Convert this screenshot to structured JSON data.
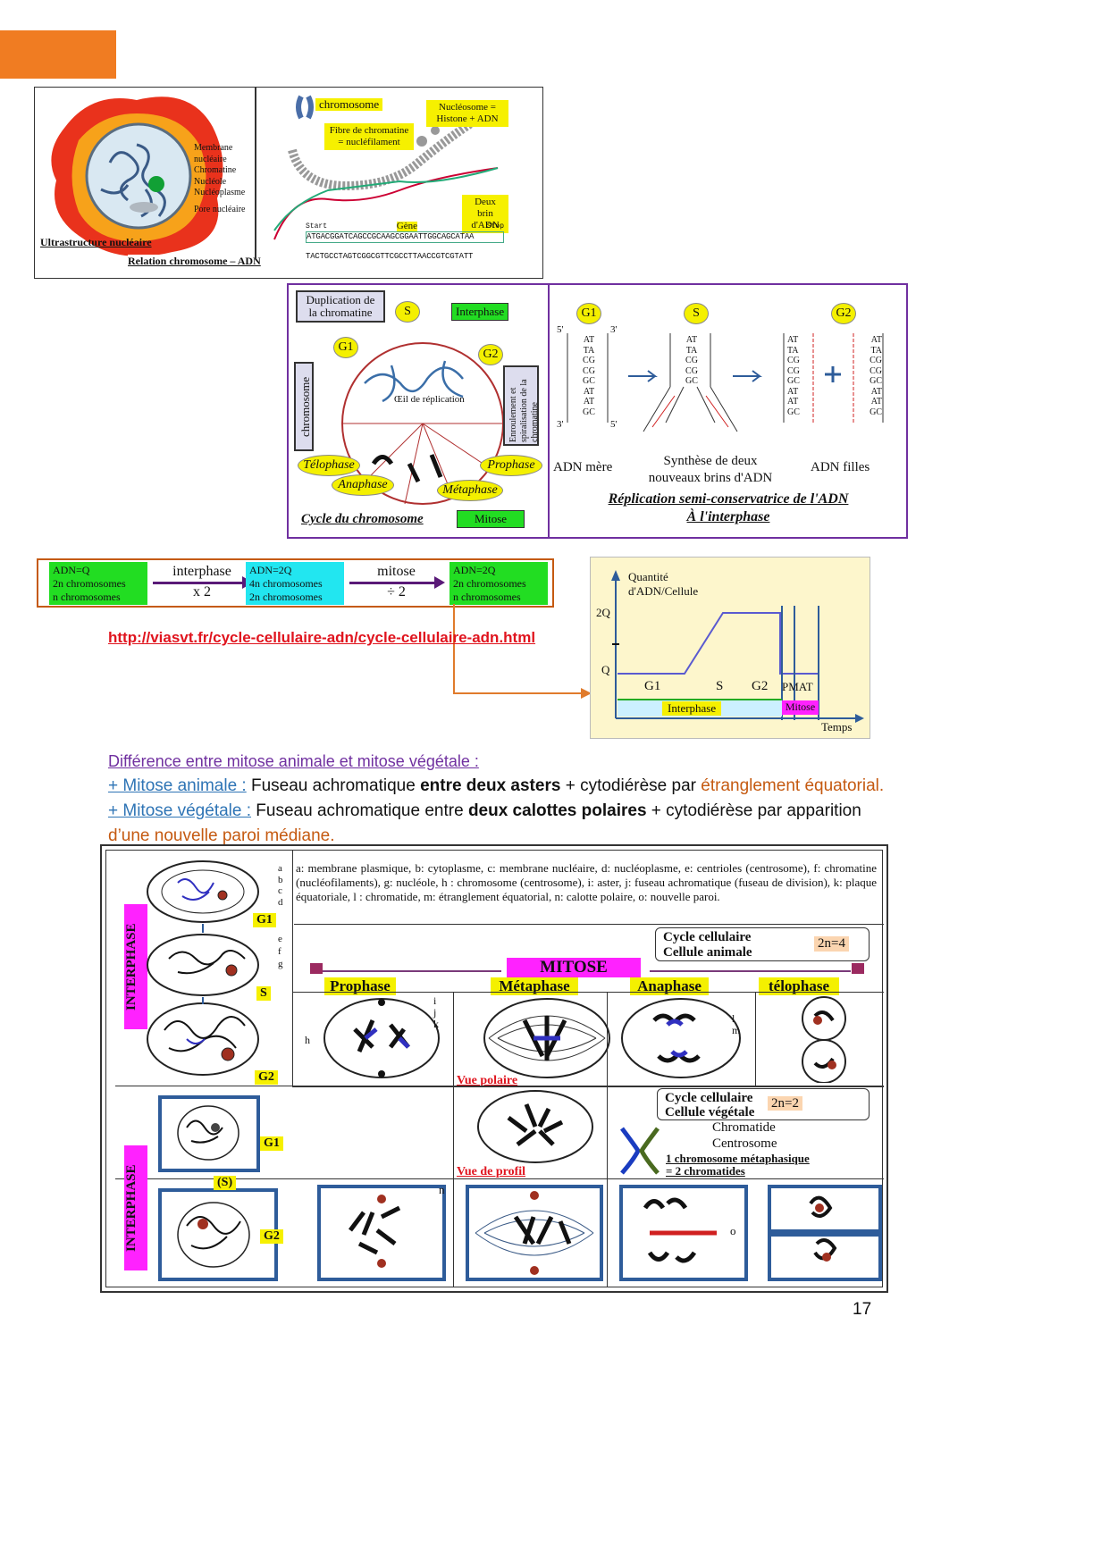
{
  "nucleus_panel": {
    "labels": [
      "Membrane nucléaire",
      "Chromatine",
      "Nucléole",
      "Nucléoplasme",
      "Pore nucléaire"
    ],
    "title": "Ultrastructure nucléaire"
  },
  "chromosome_panel": {
    "chromosome": "chromosome",
    "fibre": "Fibre de chromatine = nucléfilament",
    "nucleosome": "Nucléosome = Histone + ADN",
    "deux_brin": "Deux brin d'ADN",
    "gene": "Gène",
    "start": "Start",
    "stop": "Stop",
    "seq_top": "ATGACGGATCAGCCGCAAGCGGAATTGGCAGCATAA",
    "seq_bottom": "TACTGCCTAGTCGGCGTTCGCCTTAACCGTCGTATT",
    "title": "Relation chromosome – ADN"
  },
  "cycle_panel": {
    "duplication": "Duplication de la chromatine",
    "S": "S",
    "interphase": "Interphase",
    "G1": "G1",
    "G2": "G2",
    "chromosome": "chromosome",
    "enroulement": "Enroulement et spiralisation de la chromatine",
    "oeil": "Œil de réplication",
    "telophase": "Télophase",
    "anaphase": "Anaphase",
    "prophase": "Prophase",
    "metaphase": "Métaphase",
    "title": "Cycle du chromosome",
    "mitose": "Mitose"
  },
  "replication_panel": {
    "G1": "G1",
    "S": "S",
    "G2": "G2",
    "pairs": [
      "AT",
      "TA",
      "CG",
      "CG",
      "GC",
      "AT",
      "AT",
      "GC"
    ],
    "adn_mere": "ADN mère",
    "synthese": "Synthèse de deux nouveaux brins d'ADN",
    "adn_filles": "ADN filles",
    "title1": "Réplication semi-conservatrice de l'ADN",
    "title2": "À l'interphase",
    "p5": "5'",
    "p3": "3'"
  },
  "dna_flow": {
    "box1": [
      "ADN=Q",
      "2n chromosomes",
      "n chromosomes"
    ],
    "arrow1_top": "interphase",
    "arrow1_bottom": "x 2",
    "box2": [
      "ADN=2Q",
      "4n chromosomes",
      "2n chromosomes"
    ],
    "arrow2_top": "mitose",
    "arrow2_bottom": "÷ 2",
    "box3": [
      "ADN=2Q",
      "2n chromosomes",
      "n chromosomes"
    ]
  },
  "link": "http://viasvt.fr/cycle-cellulaire-adn/cycle-cellulaire-adn.html",
  "graph": {
    "ylabel1": "Quantité",
    "ylabel2": "d'ADN/Cellule",
    "y2Q": "2Q",
    "yQ": "Q",
    "phases": [
      "G1",
      "S",
      "G2",
      "PMAT"
    ],
    "interphase": "Interphase",
    "mitose": "Mitose",
    "xlabel": "Temps"
  },
  "text": {
    "heading": "Différence entre mitose animale et mitose végétale :",
    "animal_label": "+ Mitose animale :",
    "animal_1": " Fuseau achromatique ",
    "animal_bold": "entre deux asters",
    "animal_2": " + cytodiérèse par ",
    "animal_colored": "étranglement équatorial.",
    "veg_label": "+ Mitose végétale :",
    "veg_1": " Fuseau achromatique entre ",
    "veg_bold": "deux calottes polaires",
    "veg_2": " + cytodiérèse par apparition",
    "veg_colored": "d’une nouvelle paroi médiane."
  },
  "mitosis_figure": {
    "legend": "a: membrane plasmique, b: cytoplasme, c: membrane nucléaire, d: nucléoplasme, e: centrioles (centrosome), f: chromatine (nucléofilaments), g: nucléole, h : chromosome (centrosome), i: aster, j: fuseau achromatique (fuseau de division), k: plaque équatoriale, l : chromatide, m: étranglement équatorial, n: calotte polaire, o: nouvelle paroi.",
    "interphase": "INTERPHASE",
    "G1": "G1",
    "S": "S",
    "S_paren": "(S)",
    "G2": "G2",
    "letters_a_g": [
      "a",
      "b",
      "c",
      "d",
      "e",
      "f",
      "g"
    ],
    "cycle_animal_1": "Cycle cellulaire",
    "cycle_animal_2": "Cellule animale",
    "n_animal": "2n=4",
    "mitose": "MITOSE",
    "phases": [
      "Prophase",
      "Métaphase",
      "Anaphase",
      "télophase"
    ],
    "letters_ijk": [
      "i",
      "j",
      "k"
    ],
    "letter_h": "h",
    "letters_lm": [
      "l",
      "m"
    ],
    "vue_polaire": "Vue polaire",
    "vue_profil": "Vue de profil",
    "cycle_veg_1": "Cycle cellulaire",
    "cycle_veg_2": "Cellule végétale",
    "n_veg": "2n=2",
    "chromatide": "Chromatide",
    "centrosome": "Centrosome",
    "chromo_meta_1": "1 chromosome métaphasique",
    "chromo_meta_2": "= 2 chromatides",
    "letter_n": "n",
    "letter_o": "o"
  },
  "page_number": "17",
  "colors": {
    "orange_tab": "#f07c22",
    "purple": "#7030a0",
    "yellow": "#f4f000",
    "green": "#22dd22",
    "cyan": "#22e6f0",
    "magenta": "#ff22ff",
    "orange_text": "#c55a11",
    "blue": "#2e74b5"
  }
}
